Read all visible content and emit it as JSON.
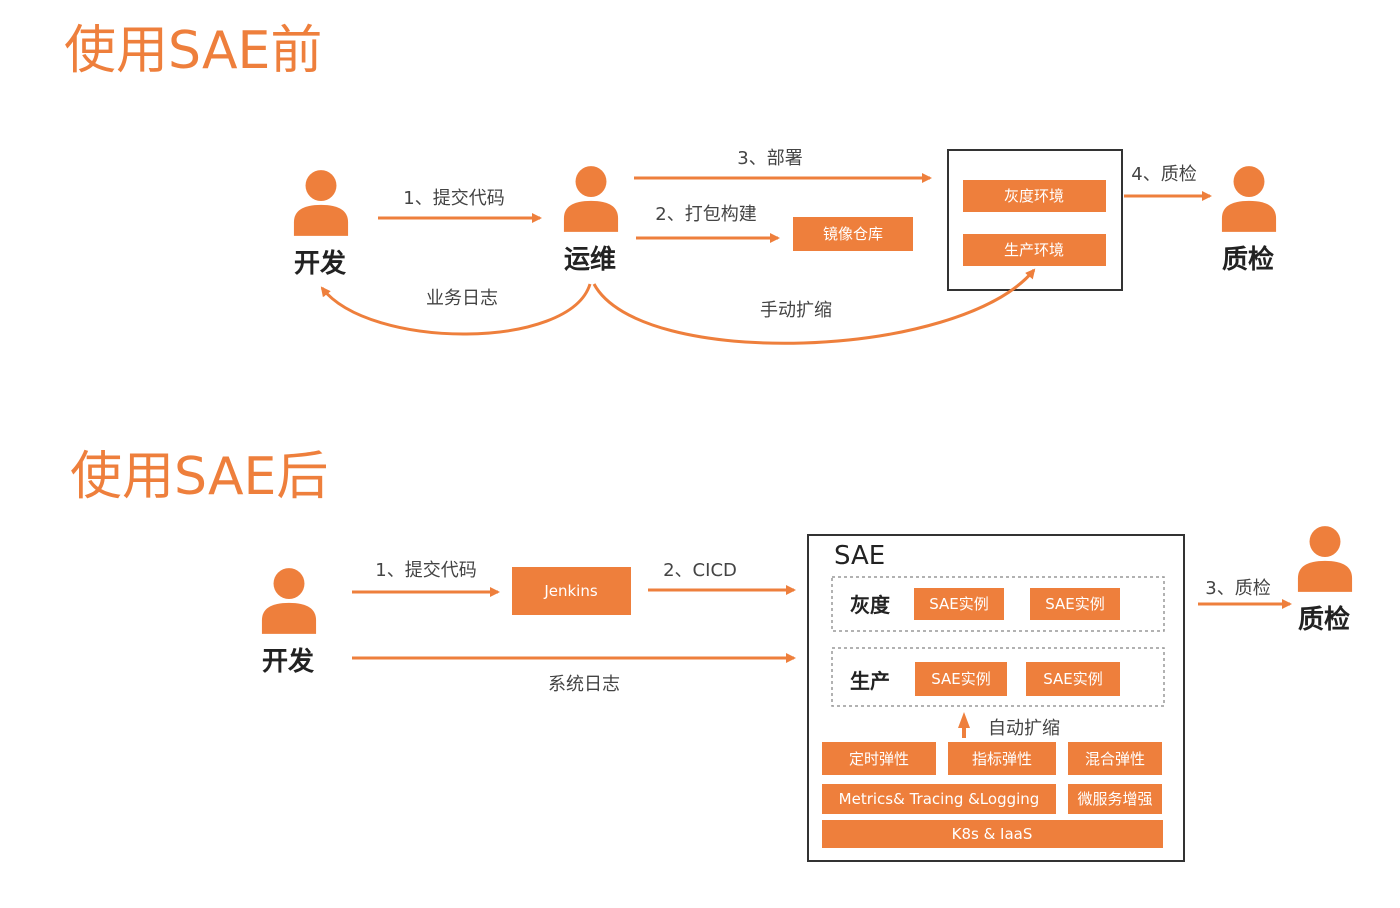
{
  "before": {
    "title": "使用SAE前",
    "roles": {
      "dev": "开发",
      "ops": "运维",
      "qa": "质检"
    },
    "steps": {
      "commit": "1、提交代码",
      "build": "2、打包构建",
      "deploy": "3、部署",
      "qa": "4、质检",
      "logs": "业务日志",
      "scale": "手动扩缩"
    },
    "boxes": {
      "registry": "镜像仓库",
      "gray": "灰度环境",
      "prod": "生产环境"
    }
  },
  "after": {
    "title": "使用SAE后",
    "roles": {
      "dev": "开发",
      "qa": "质检"
    },
    "steps": {
      "commit": "1、提交代码",
      "cicd": "2、CICD",
      "qa": "3、质检",
      "logs": "系统日志",
      "autoscale": "自动扩缩"
    },
    "jenkins": "Jenkins",
    "sae": {
      "title": "SAE",
      "gray_label": "灰度",
      "prod_label": "生产",
      "instance": "SAE实例",
      "elastic": [
        "定时弹性",
        "指标弹性",
        "混合弹性"
      ],
      "metrics": "Metrics& Tracing &Logging",
      "microservice": "微服务增强",
      "infra": "K8s & IaaS"
    }
  },
  "colors": {
    "accent": "#ee7f3c",
    "text": "#222222",
    "muted": "#444444",
    "border": "#333333"
  },
  "icons": [
    "person-icon",
    "arrow-right-icon",
    "arrow-up-icon"
  ]
}
